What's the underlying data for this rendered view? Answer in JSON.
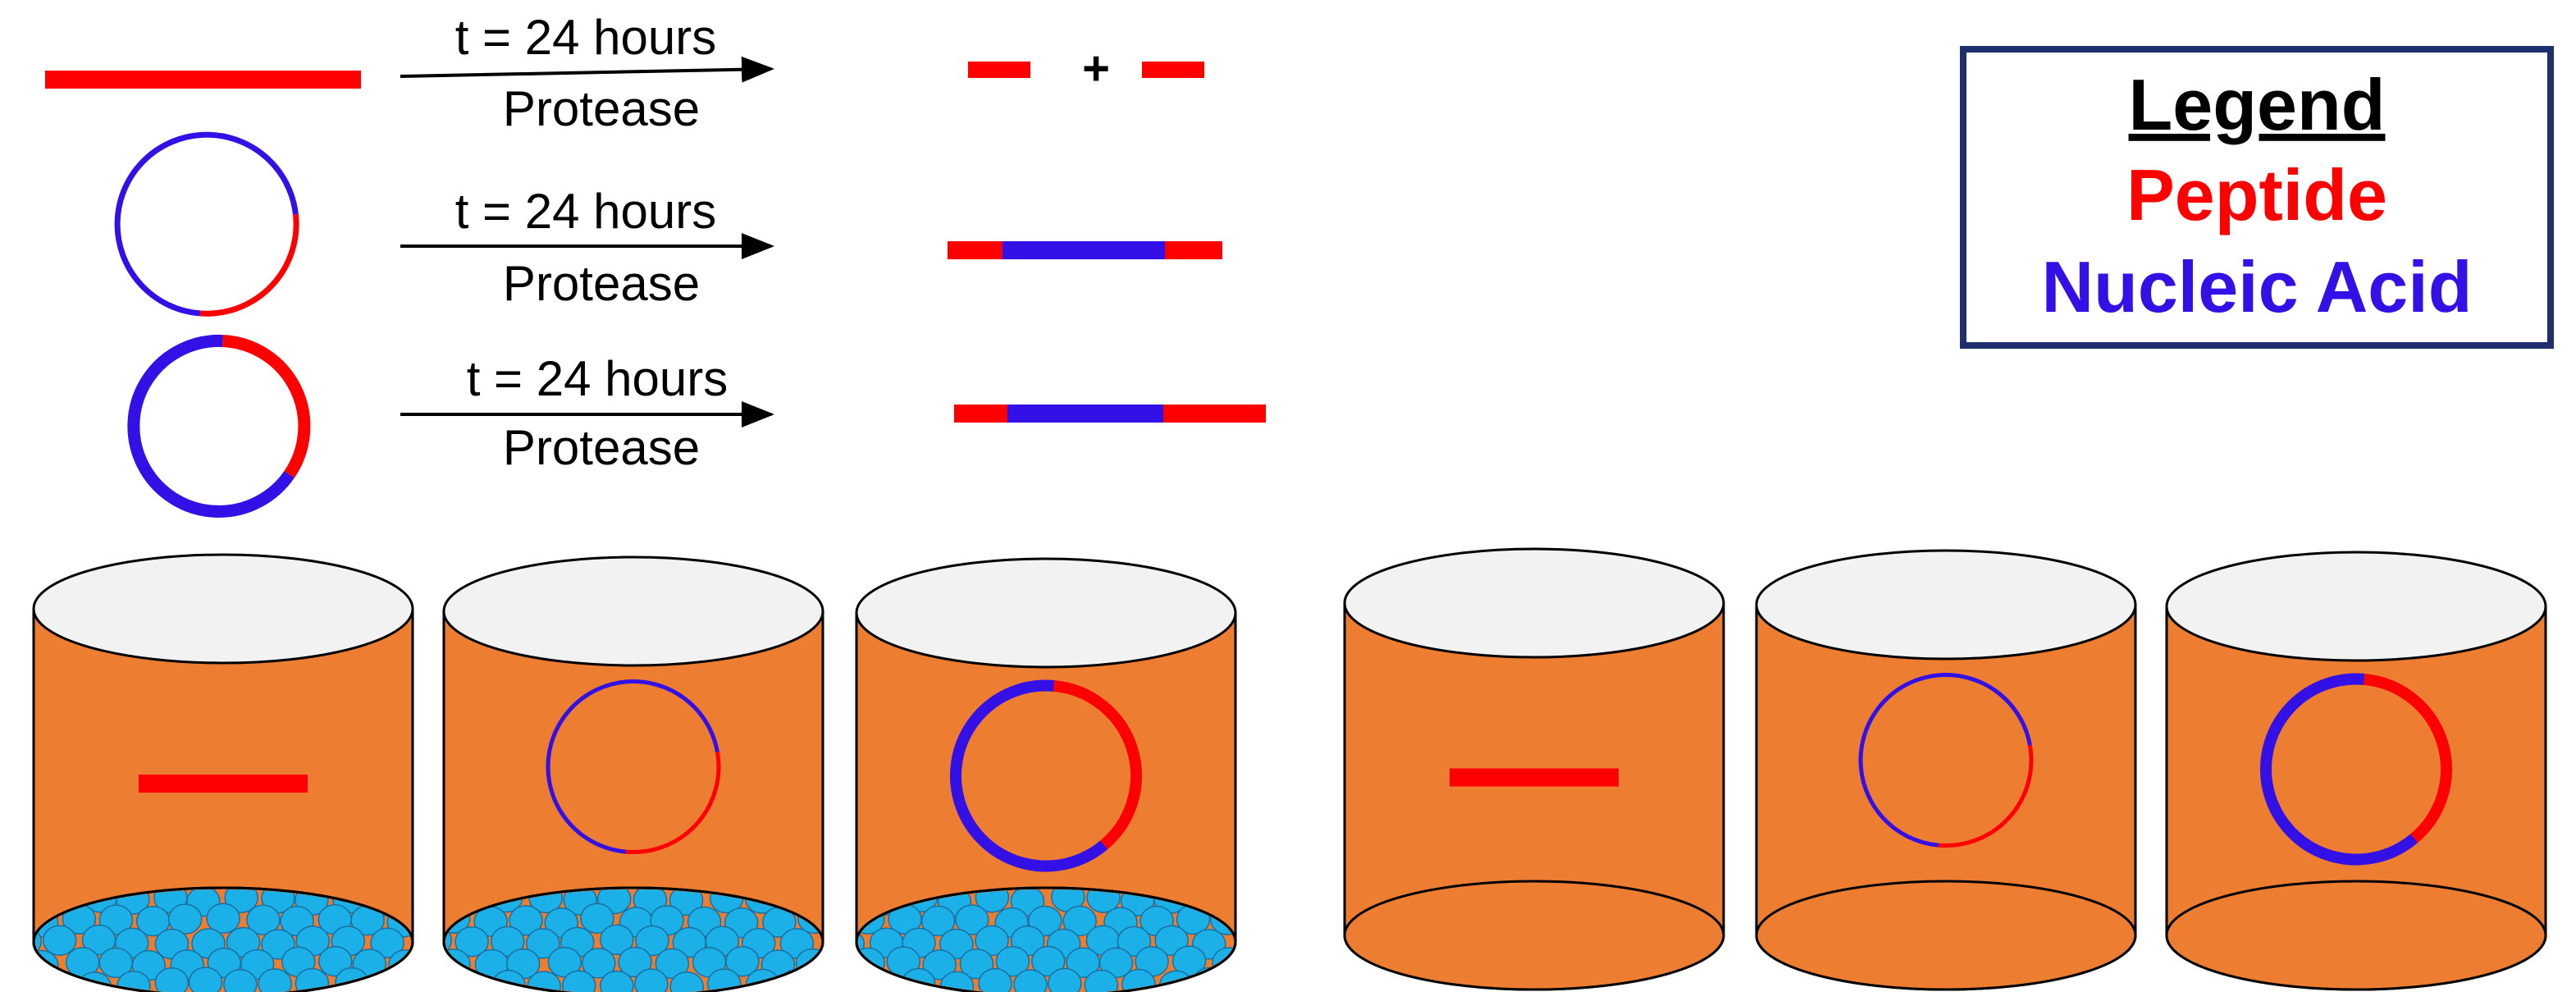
{
  "colors": {
    "peptide": "#ff0000",
    "nucleic_acid": "#3311e6",
    "cylinder_body": "#ed7d31",
    "cylinder_top": "#f2f2f2",
    "bead": "#1cb0e8",
    "outline": "#000000",
    "legend_border": "#1f2f6e"
  },
  "reactions": [
    {
      "time_label": "t = 24 hours",
      "enzyme_label": "Protease",
      "plus": "+"
    },
    {
      "time_label": "t = 24 hours",
      "enzyme_label": "Protease"
    },
    {
      "time_label": "t = 24 hours",
      "enzyme_label": "Protease"
    }
  ],
  "legend": {
    "title": "Legend",
    "items": [
      {
        "label": "Peptide",
        "color": "#ff0000"
      },
      {
        "label": "Nucleic Acid",
        "color": "#3311e6"
      }
    ]
  },
  "containers": [
    {
      "contents": "linear-peptide",
      "beads": true
    },
    {
      "contents": "thin-hybrid-ring",
      "beads": true
    },
    {
      "contents": "thick-hybrid-ring",
      "beads": true
    },
    {
      "contents": "linear-peptide",
      "beads": false
    },
    {
      "contents": "thin-hybrid-ring",
      "beads": false
    },
    {
      "contents": "thick-hybrid-ring",
      "beads": false
    }
  ]
}
